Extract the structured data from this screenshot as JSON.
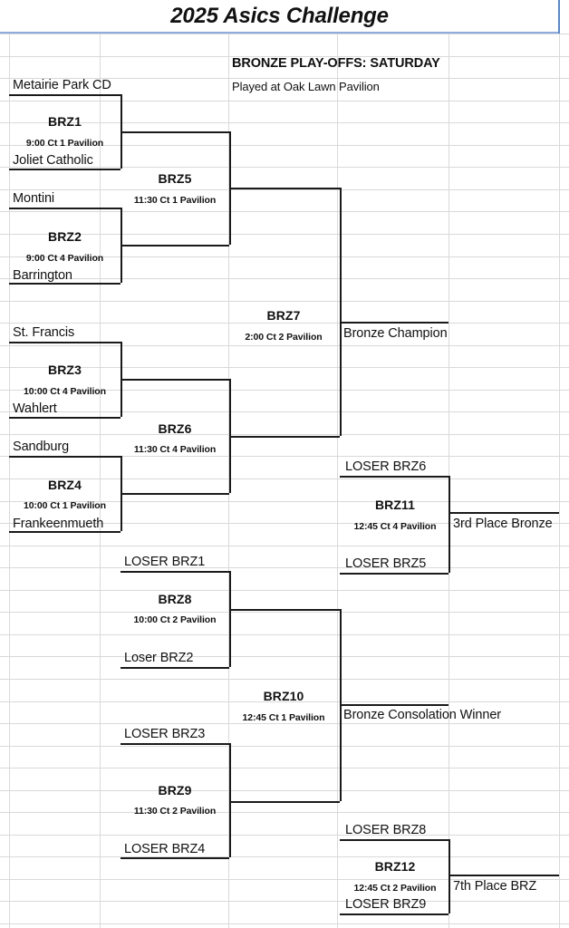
{
  "title": "2025 Asics Challenge",
  "header": {
    "event_line": "BRONZE PLAY-OFFS:  SATURDAY",
    "venue_line": "Played at Oak Lawn Pavilion"
  },
  "bracket": {
    "round1": [
      {
        "game": "BRZ1",
        "time": "9:00 Ct 1 Pavilion",
        "top_seed": "Metairie Park CD",
        "bottom_seed": "Joliet Catholic"
      },
      {
        "game": "BRZ2",
        "time": "9:00 Ct 4 Pavilion",
        "top_seed": "Montini",
        "bottom_seed": "Barrington"
      },
      {
        "game": "BRZ3",
        "time": "10:00 Ct 4 Pavilion",
        "top_seed": "St. Francis",
        "bottom_seed": "Wahlert"
      },
      {
        "game": "BRZ4",
        "time": "10:00 Ct 1 Pavilion",
        "top_seed": "Sandburg",
        "bottom_seed": "Frankeenmueth"
      }
    ],
    "round2": [
      {
        "game": "BRZ5",
        "time": "11:30 Ct 1 Pavilion"
      },
      {
        "game": "BRZ6",
        "time": "11:30 Ct 4 Pavilion"
      }
    ],
    "final": {
      "game": "BRZ7",
      "time": "2:00 Ct 2 Pavilion",
      "winner_label": "Bronze Champion"
    },
    "third_place": {
      "game": "BRZ11",
      "time": "12:45 Ct 4 Pavilion",
      "top_seed": "LOSER  BRZ6",
      "bottom_seed": "LOSER  BRZ5",
      "winner_label": "3rd Place Bronze"
    },
    "consolation_round1": [
      {
        "game": "BRZ8",
        "time": "10:00 Ct 2 Pavilion",
        "top_seed": "LOSER  BRZ1",
        "bottom_seed": "Loser BRZ2"
      },
      {
        "game": "BRZ9",
        "time": "11:30 Ct 2 Pavilion",
        "top_seed": "LOSER  BRZ3",
        "bottom_seed": "LOSER  BRZ4"
      }
    ],
    "consolation_final": {
      "game": "BRZ10",
      "time": "12:45 Ct 1 Pavilion",
      "winner_label": "Bronze Consolation Winner"
    },
    "seventh_place": {
      "game": "BRZ12",
      "time": "12:45 Ct 2 Pavilion",
      "top_seed": "LOSER  BRZ8",
      "bottom_seed": "LOSER  BRZ9",
      "winner_label": "7th Place BRZ"
    }
  },
  "colors": {
    "title_rule": "#8faadc",
    "grid_line": "#d9d9d9",
    "bracket_line": "#1a1a1a",
    "text": "#111111"
  }
}
